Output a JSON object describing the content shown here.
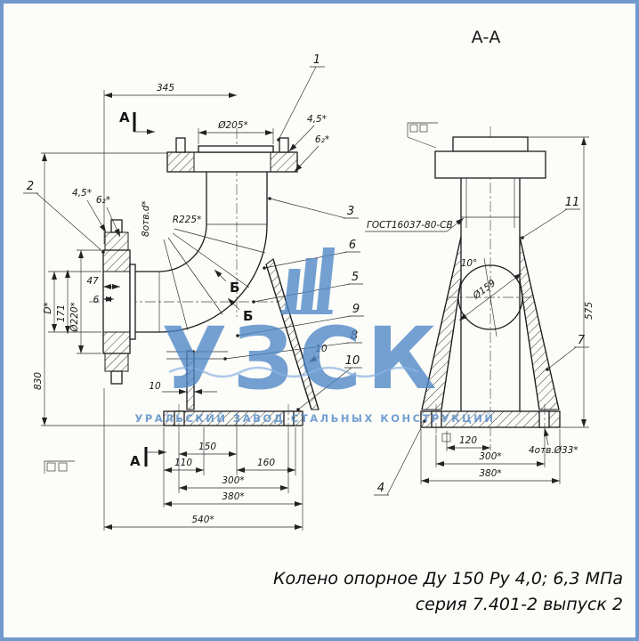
{
  "colors": {
    "accent_blue": "#4e87c6",
    "line": "#1c1c1c",
    "paper": "#fcfcf9",
    "border_blue": "#7199cd"
  },
  "section_title": "А-А",
  "cut_marks": {
    "top": "А",
    "bottom": "А"
  },
  "view_marks": {
    "b1": "Б",
    "b2": "Б"
  },
  "callouts": {
    "c1": "1",
    "c2": "2",
    "c3": "3",
    "c4": "4",
    "c5": "5",
    "c6": "6",
    "c7": "7",
    "c8": "8",
    "c9": "9",
    "c10": "10",
    "c11": "11"
  },
  "left_view": {
    "dim_345": "345",
    "dim_flange": "Ø205*",
    "weld_top_1": "4,5*",
    "weld_top_2": "6₂*",
    "weld_left_1": "4,5*",
    "weld_left_2": "6₂*",
    "holes_note": "8отв.d*",
    "radius": "R225*",
    "dim_47": "47",
    "dim_6": "6",
    "dim_bore": "D*",
    "dim_171": "171",
    "dim_220": "Ø220*",
    "dim_830": "830",
    "thk_10_left": "10",
    "thk_10_right": "10",
    "dim_110": "110",
    "dim_150": "150",
    "dim_160": "160",
    "dim_300": "300*",
    "dim_380": "380*",
    "dim_540": "540*"
  },
  "right_view": {
    "weld_note": "ГОСТ16037-80-СВ",
    "dim_575": "575",
    "hole_dia": "Ø159",
    "angle": "10°",
    "dim_120": "120",
    "dim_300": "300*",
    "dim_380": "380*",
    "holes_note": "4отв.Ø33*"
  },
  "watermark": {
    "acronym": "УЗСК",
    "company": "УРАЛЬСКИЙ ЗАВОД СТАЛЬНЫХ КОНСТРУКЦИЙ"
  },
  "caption": {
    "line1": "Колено опорное Ду 150 Ру 4,0; 6,3 МПа",
    "line2": "серия 7.401-2 выпуск 2"
  }
}
